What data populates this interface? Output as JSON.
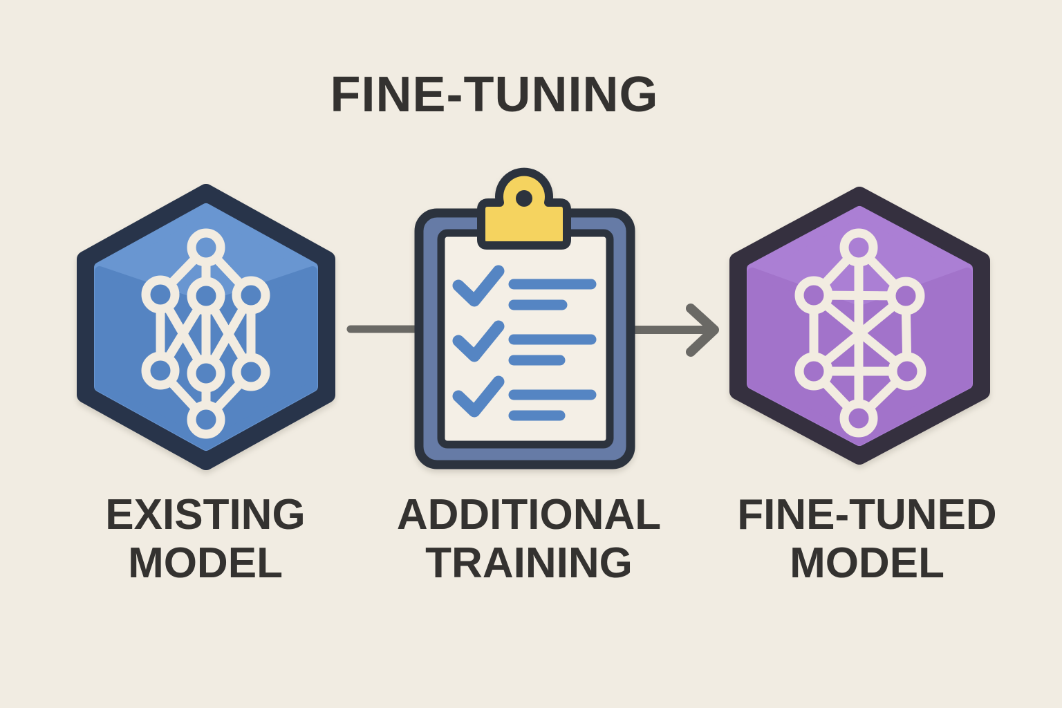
{
  "title": "FINE-TUNING",
  "background_color": "#f1ece2",
  "text_color": "#343230",
  "steps": [
    {
      "name": "existing-model",
      "label": [
        "EXISTING",
        "MODEL"
      ],
      "icon": "neural-network-hexagon-icon",
      "hexagon_fill": "#5584c2",
      "hexagon_fill_light": "#6996d1",
      "hexagon_border": "#28344a",
      "network_nodes": 8
    },
    {
      "name": "additional-training",
      "label": [
        "ADDITIONAL",
        "TRAINING"
      ],
      "icon": "clipboard-checklist-icon",
      "frame_fill": "#667ba6",
      "paper_fill": "#f4efe6",
      "clip_fill": "#f5d35f",
      "outline_color": "#2c333e",
      "checklist_color": "#5585c3",
      "checklist_rows": 3
    },
    {
      "name": "fine-tuned-model",
      "label": [
        "FINE-TUNED",
        "MODEL"
      ],
      "icon": "neural-network-hexagon-icon",
      "hexagon_fill": "#a273ca",
      "hexagon_fill_light": "#ab7fd4",
      "hexagon_border": "#35303f",
      "network_nodes": 6
    }
  ],
  "connectors": [
    {
      "from": "existing-model",
      "to": "additional-training",
      "type": "plain-line",
      "color": "#6a6965"
    },
    {
      "from": "additional-training",
      "to": "fine-tuned-model",
      "type": "arrow",
      "color": "#6a6965"
    }
  ],
  "icon_stroke_color": "#f2ece1"
}
